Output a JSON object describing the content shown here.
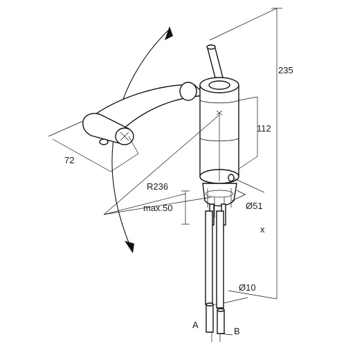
{
  "dimensions": {
    "height_total": "235",
    "height_body": "112",
    "handle_width": "72",
    "swing_radius": "R236",
    "max_thickness": "max.50",
    "body_diameter": "Ø51",
    "pipe_diameter": "Ø10",
    "pipe_length": "x"
  },
  "connections": {
    "a": "A",
    "b": "B"
  }
}
